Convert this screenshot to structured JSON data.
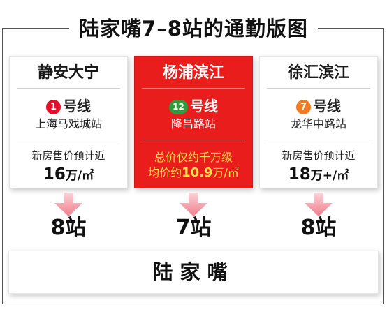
{
  "title": "陆家嘴7–8站的通勤版图",
  "colors": {
    "highlight_red": "#ea1d1d",
    "highlight_text_yellow": "#ffe24a",
    "line1_red": "#e3102a",
    "line12_green": "#2f9b3c",
    "line7_orange": "#f07b22",
    "arrow_pink": "#f28b98"
  },
  "areas": [
    {
      "name": "静安大宁",
      "line_num": "1",
      "line_label": "号线",
      "station": "上海马戏城站",
      "price_label": "新房售价预计近",
      "price_value": "16",
      "price_unit": "万/㎡",
      "stops": "8站"
    },
    {
      "name": "杨浦滨江",
      "line_num": "12",
      "line_label": "号线",
      "station": "隆昌路站",
      "info1": "总价仅约千万级",
      "info2_prefix": "均价约",
      "info2_value": "10.9",
      "info2_unit": "万/㎡",
      "stops": "7站"
    },
    {
      "name": "徐汇滨江",
      "line_num": "7",
      "line_label": "号线",
      "station": "龙华中路站",
      "price_label": "新房售价预计近",
      "price_value": "18",
      "price_unit": "万+/㎡",
      "stops": "8站"
    }
  ],
  "destination": "陆家嘴"
}
